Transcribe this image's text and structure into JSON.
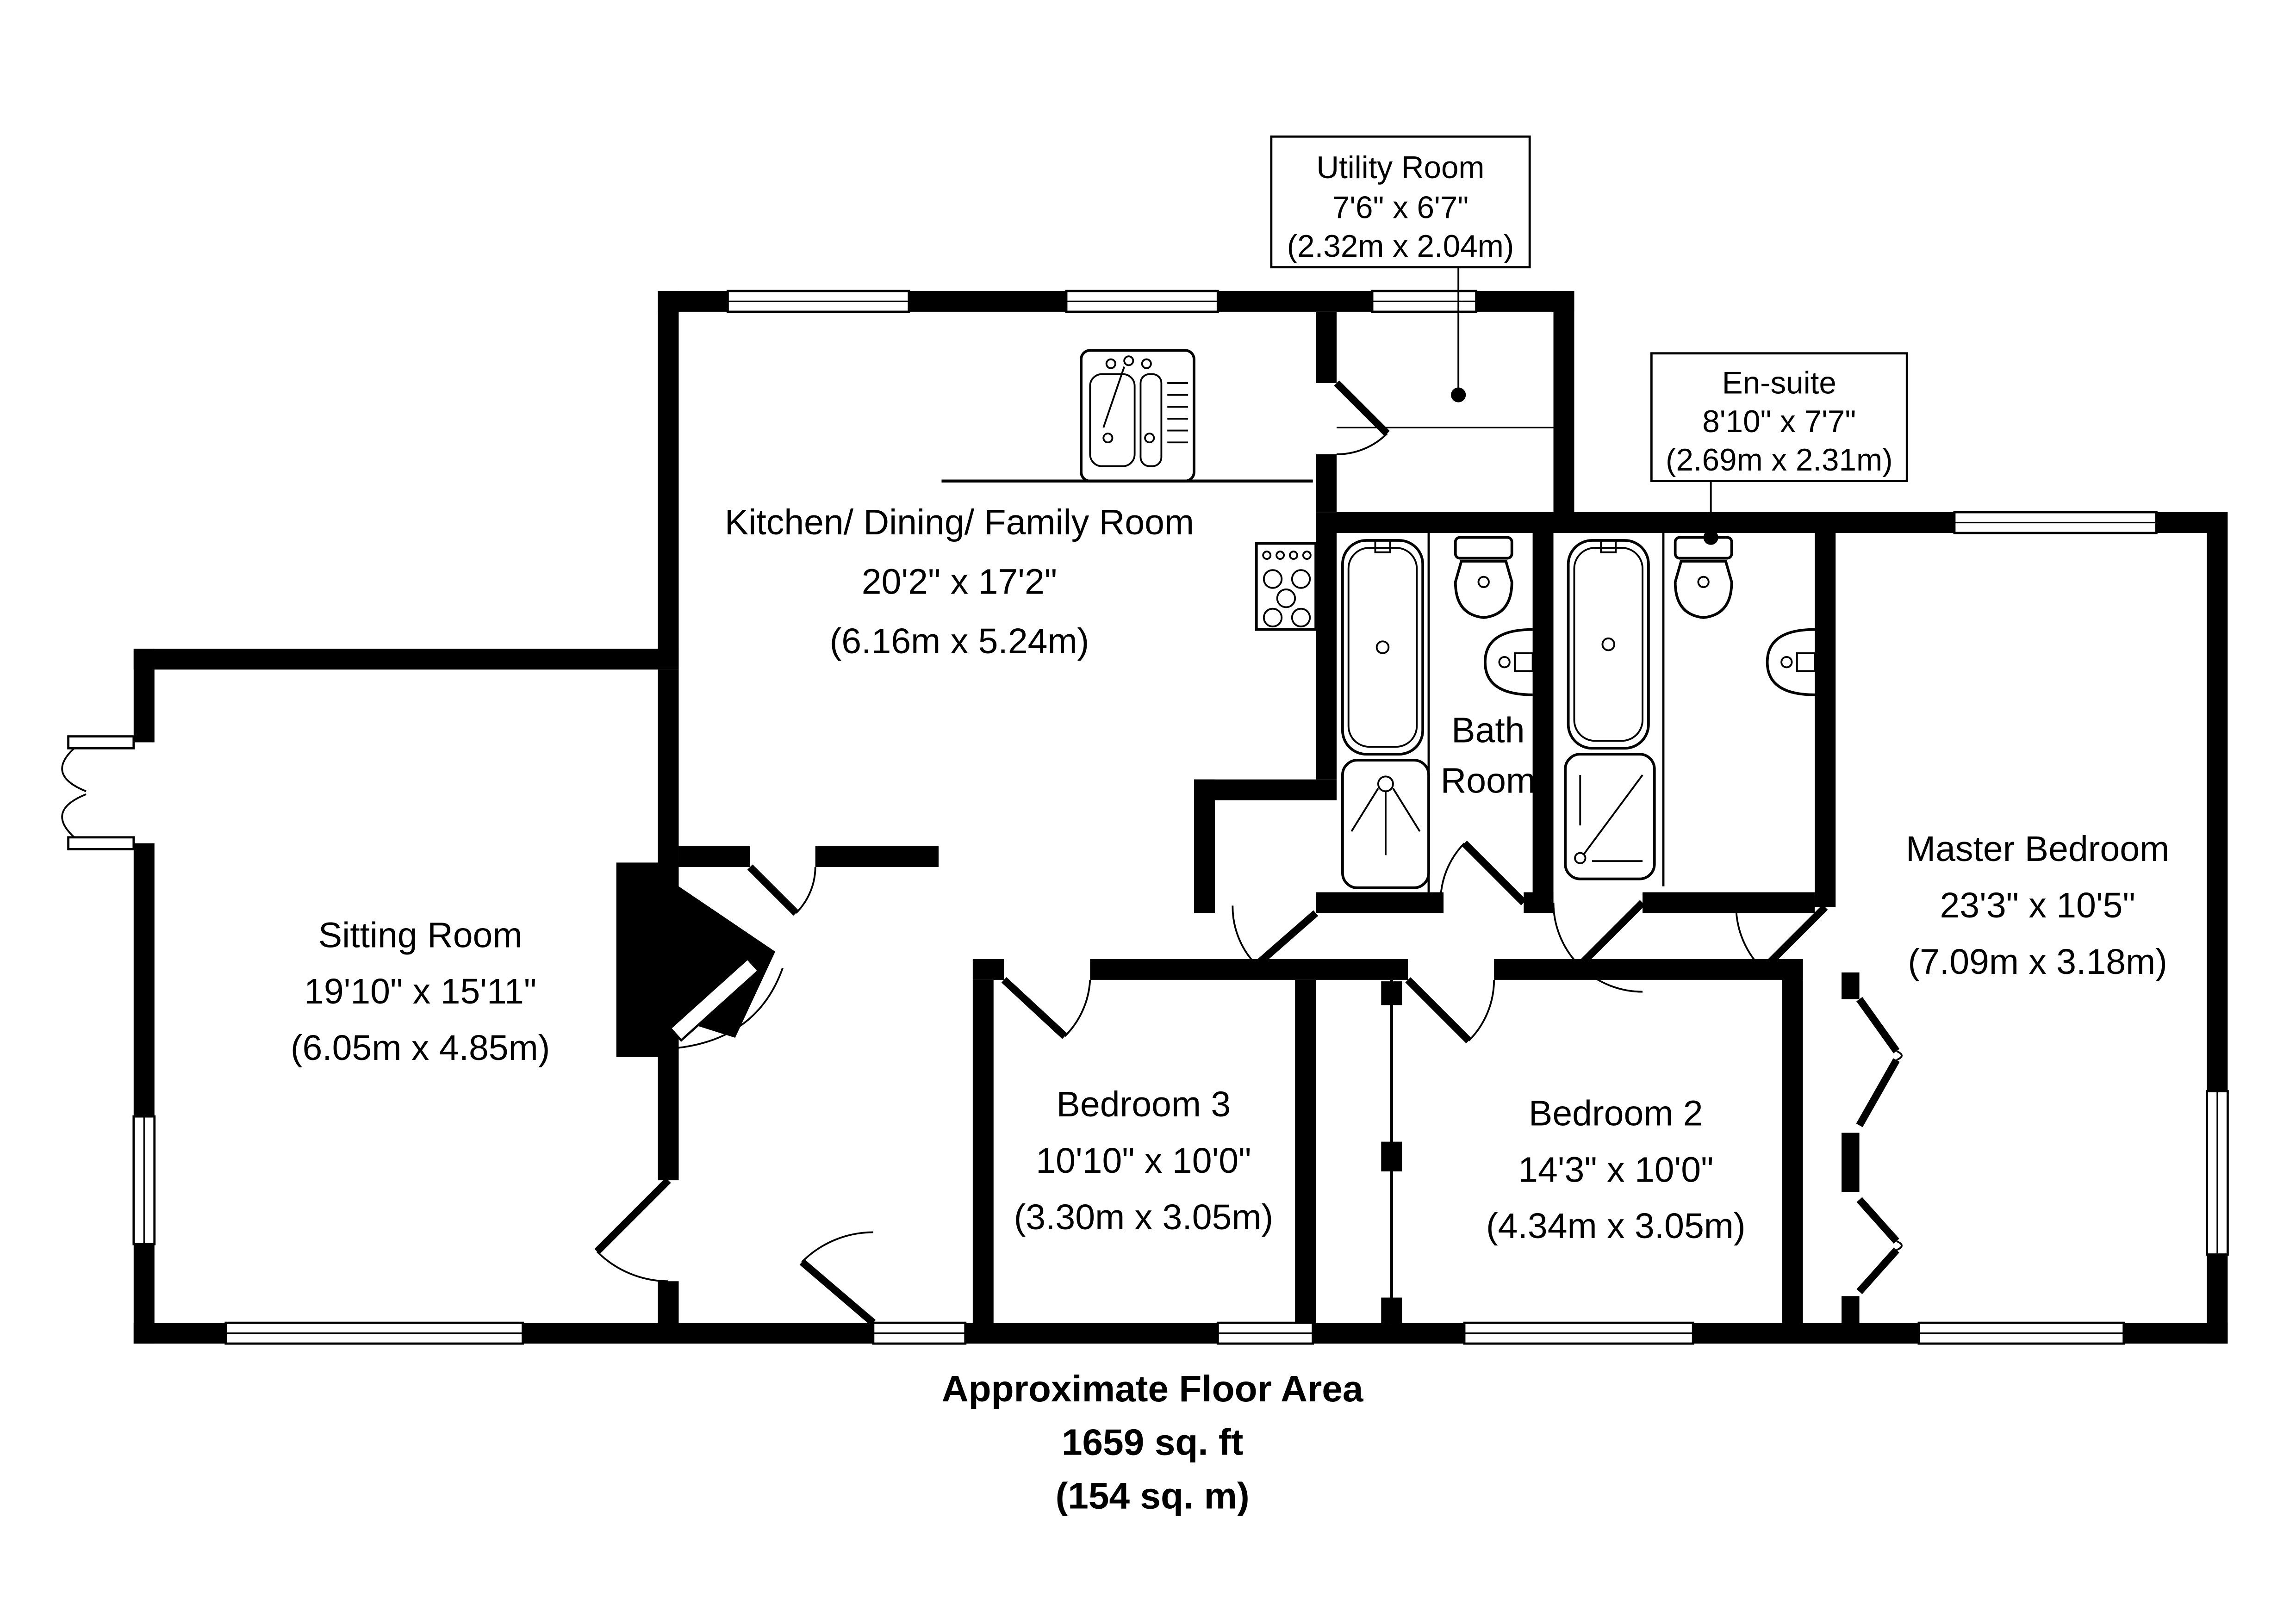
{
  "rooms": {
    "kitchen": {
      "name": "Kitchen/ Dining/ Family Room",
      "imperial": "20'2\" x 17'2\"",
      "metric": "(6.16m x 5.24m)"
    },
    "sitting": {
      "name": "Sitting Room",
      "imperial": "19'10\" x 15'11\"",
      "metric": "(6.05m x 4.85m)"
    },
    "bedroom3": {
      "name": "Bedroom 3",
      "imperial": "10'10\" x 10'0\"",
      "metric": "(3.30m x 3.05m)"
    },
    "bedroom2": {
      "name": "Bedroom 2",
      "imperial": "14'3\" x 10'0\"",
      "metric": "(4.34m x 3.05m)"
    },
    "master": {
      "name": "Master Bedroom",
      "imperial": "23'3\" x 10'5\"",
      "metric": "(7.09m x 3.18m)"
    },
    "bath": {
      "line1": "Bath",
      "line2": "Room"
    }
  },
  "callouts": {
    "utility": {
      "name": "Utility Room",
      "imperial": "7'6\" x 6'7\"",
      "metric": "(2.32m x 2.04m)"
    },
    "ensuite": {
      "name": "En-suite",
      "imperial": "8'10\" x 7'7\"",
      "metric": "(2.69m x 2.31m)"
    }
  },
  "footer": {
    "line1": "Approximate Floor Area",
    "line2": "1659 sq. ft",
    "line3": "(154 sq. m)"
  },
  "colors": {
    "wall": "#000000",
    "background": "#ffffff",
    "line": "#000000"
  }
}
